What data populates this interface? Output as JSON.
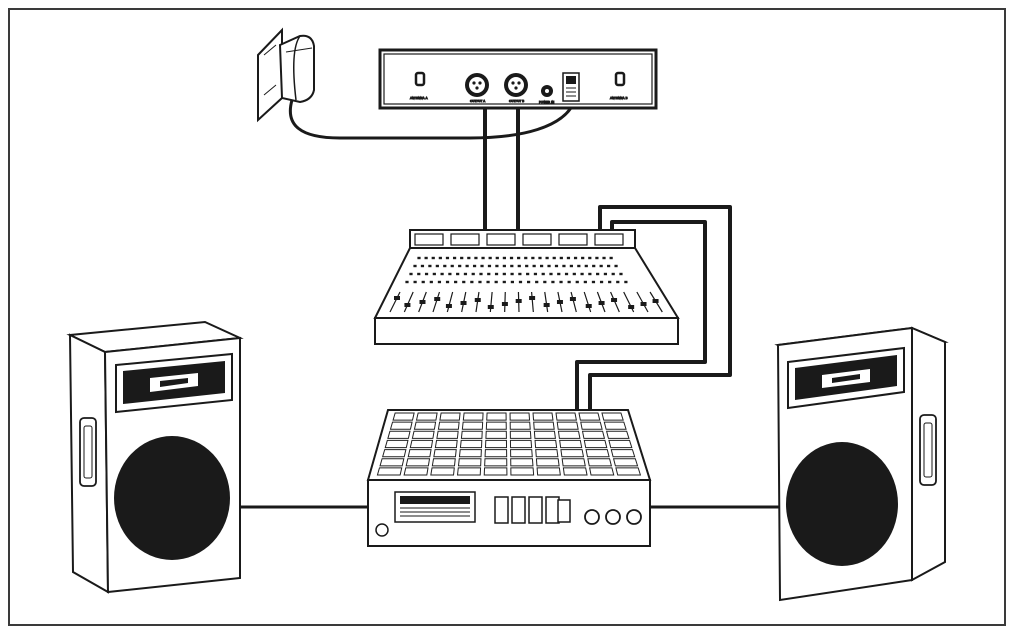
{
  "diagram": {
    "receiver": {
      "labels": [
        "ANTENNA A",
        "OUTPUT A",
        "OUTPUT B",
        "POWER IN",
        "ANTENNA B"
      ]
    },
    "colors": {
      "ink": "#1a1a1a",
      "paper": "#ffffff",
      "frame": "#3a3a3a",
      "grille": "#222222"
    }
  }
}
